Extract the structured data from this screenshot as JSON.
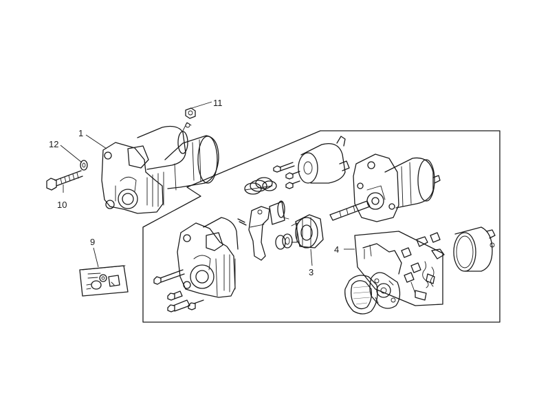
{
  "callouts": {
    "c1": "1",
    "c3": "3",
    "c4": "4",
    "c9": "9",
    "c10": "10",
    "c11": "11",
    "c12": "12"
  }
}
